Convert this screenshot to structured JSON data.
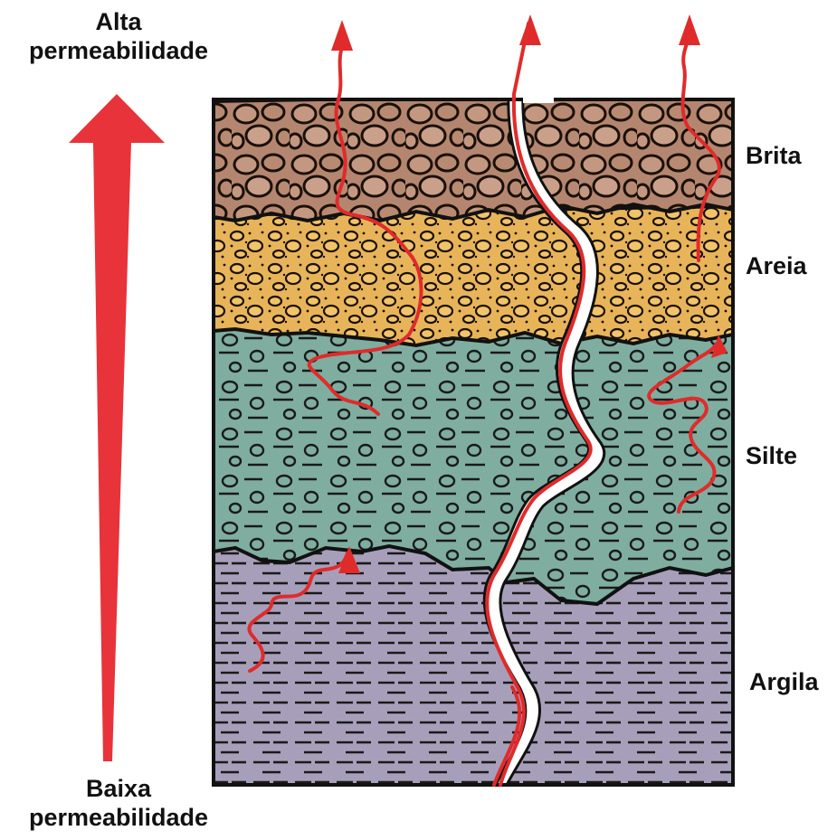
{
  "permeability_scale": {
    "high_line1": "Alta",
    "high_line2": "permeabilidade",
    "low_line1": "Baixa",
    "low_line2": "permeabilidade",
    "arrow_color": "#e8333a"
  },
  "layers": [
    {
      "name": "Brita",
      "color": "#b48670"
    },
    {
      "name": "Areia",
      "color": "#e8b45a"
    },
    {
      "name": "Silte",
      "color": "#7faea0"
    },
    {
      "name": "Argila",
      "color": "#a79fba"
    }
  ],
  "flow_color": "#e02b2b"
}
